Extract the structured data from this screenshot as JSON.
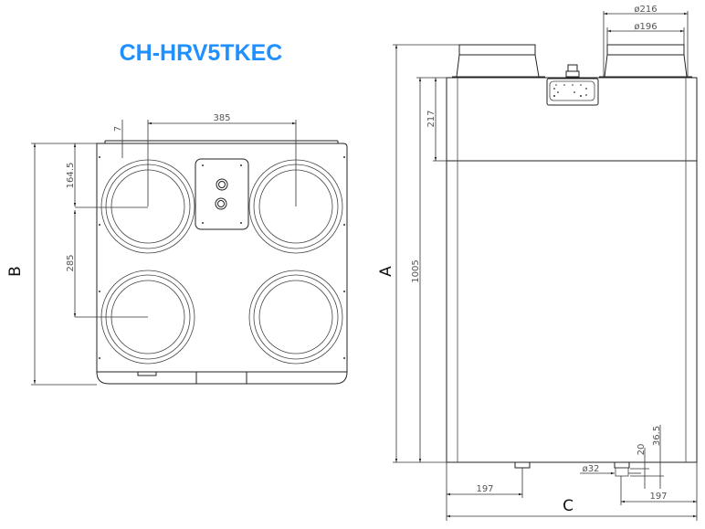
{
  "title": "CH-HRV5TKEC",
  "colors": {
    "title": "#1e90ff",
    "lines": "#222222"
  },
  "front_view": {
    "label_B": "B",
    "dim_385": "385",
    "dim_7": "7",
    "dim_164_5": "164.5",
    "dim_285": "285"
  },
  "side_view": {
    "label_A": "A",
    "label_C": "C",
    "dim_1005": "1005",
    "dim_217": "217",
    "dim_d216": "ø216",
    "dim_d196": "ø196",
    "dim_197_left": "197",
    "dim_197_right": "197",
    "dim_d32": "ø32",
    "dim_20": "20",
    "dim_36_5": "36.5"
  }
}
